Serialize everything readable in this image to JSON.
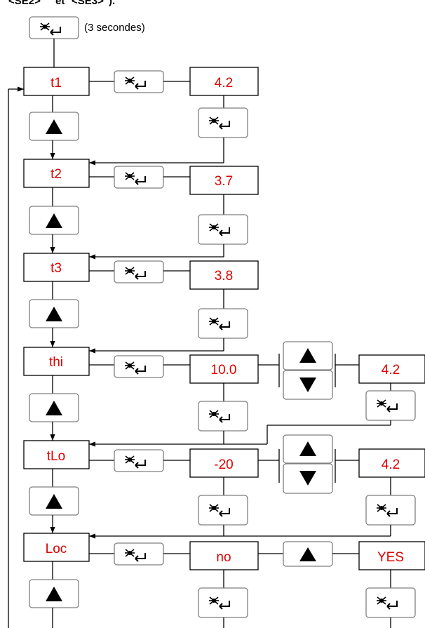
{
  "header": {
    "cut_text_left": "<SE2>",
    "cut_text_mid": "et",
    "cut_text_right": "<SE3>\")."
  },
  "note": "(3 secondes)",
  "colors": {
    "value_red": "#e00000",
    "button_border": "#7f7f7f",
    "line": "#000000"
  },
  "icons": {
    "set": "set-enter-icon",
    "up": "up-arrow-icon",
    "down": "down-arrow-icon"
  },
  "params": [
    {
      "name": "t1",
      "value": "4.2"
    },
    {
      "name": "t2",
      "value": "3.7"
    },
    {
      "name": "t3",
      "value": "3.8"
    },
    {
      "name": "thi",
      "value": "10.0",
      "adjusted": "4.2"
    },
    {
      "name": "tLo",
      "value": "-20",
      "adjusted": "4.2"
    },
    {
      "name": "Loc",
      "value": "no",
      "adjusted": "YES"
    }
  ]
}
